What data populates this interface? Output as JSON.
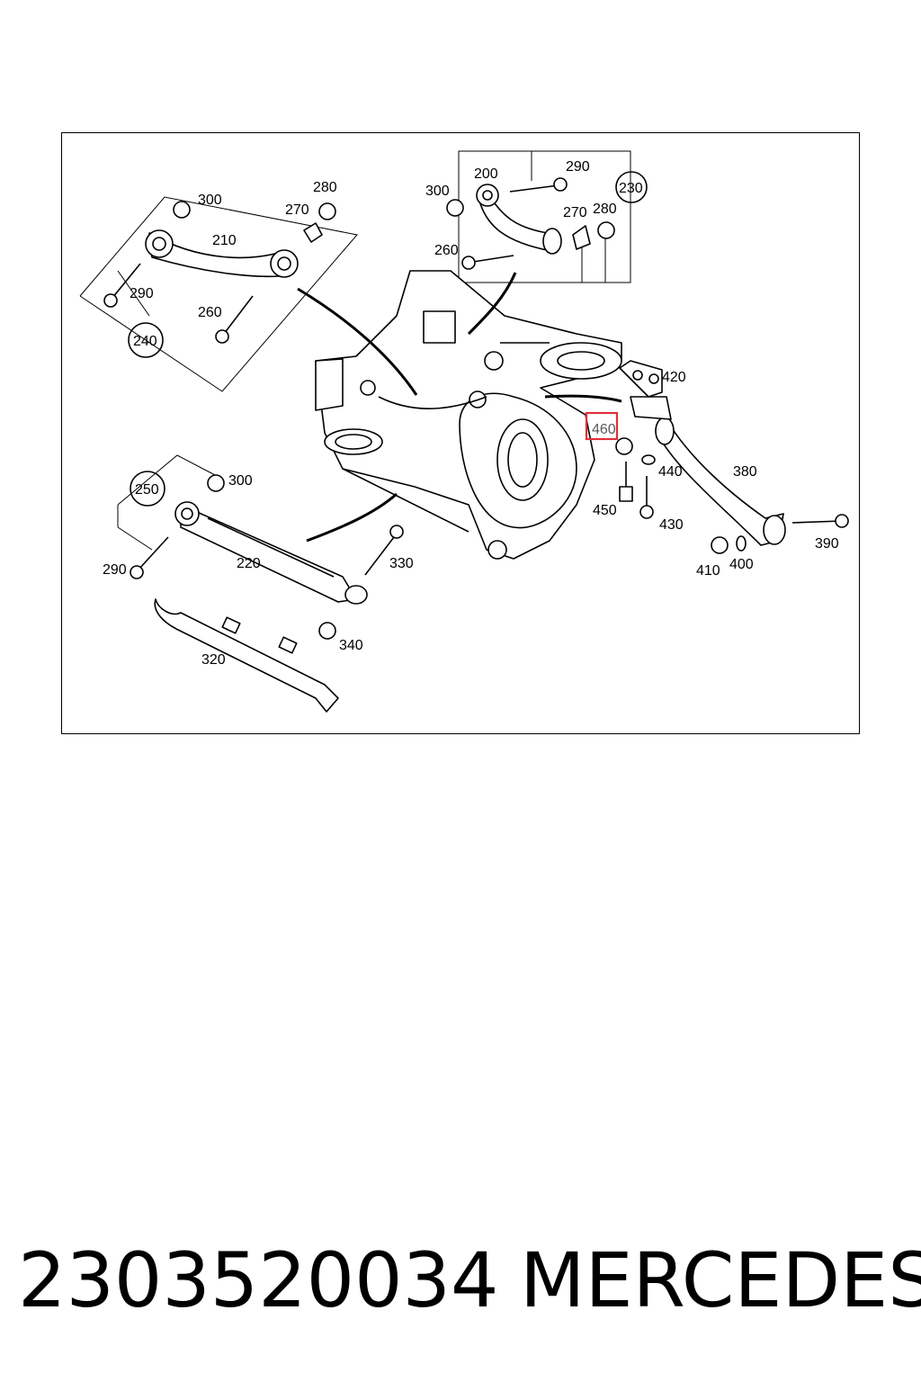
{
  "part_number": "2303520034",
  "brand": "MERCEDES",
  "highlighted_callout": "460",
  "highlight_color": "#e0303a",
  "callouts": {
    "c200": "200",
    "c210": "210",
    "c220": "220",
    "c230": "230",
    "c240": "240",
    "c250": "250",
    "c260a": "260",
    "c260b": "260",
    "c270a": "270",
    "c270b": "270",
    "c280a": "280",
    "c280b": "280",
    "c290a": "290",
    "c290b": "290",
    "c290c": "290",
    "c300a": "300",
    "c300b": "300",
    "c300c": "300",
    "c320": "320",
    "c330": "330",
    "c340": "340",
    "c380": "380",
    "c390": "390",
    "c400": "400",
    "c410": "410",
    "c420": "420",
    "c430": "430",
    "c440": "440",
    "c450": "450",
    "c460": "460"
  }
}
